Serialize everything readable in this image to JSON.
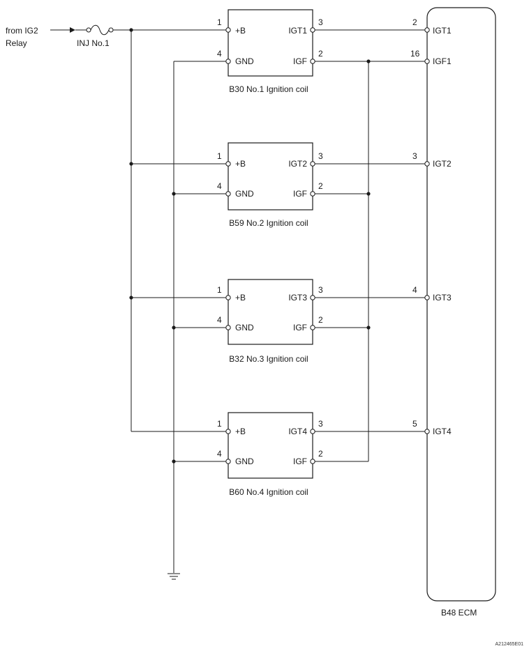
{
  "source": {
    "line1": "from IG2",
    "line2": "Relay"
  },
  "fuse": {
    "label": "INJ No.1"
  },
  "coils": [
    {
      "caption": "B30 No.1 Ignition coil",
      "igt_label": "IGT1",
      "b_label": "+B",
      "gnd_label": "GND",
      "igf_label": "IGF",
      "pin_b": "1",
      "pin_gnd": "4",
      "pin_igt": "3",
      "pin_igf": "2",
      "ecm_igt_pin": "2"
    },
    {
      "caption": "B59 No.2 Ignition coil",
      "igt_label": "IGT2",
      "b_label": "+B",
      "gnd_label": "GND",
      "igf_label": "IGF",
      "pin_b": "1",
      "pin_gnd": "4",
      "pin_igt": "3",
      "pin_igf": "2",
      "ecm_igt_pin": "3"
    },
    {
      "caption": "B32 No.3 Ignition coil",
      "igt_label": "IGT3",
      "b_label": "+B",
      "gnd_label": "GND",
      "igf_label": "IGF",
      "pin_b": "1",
      "pin_gnd": "4",
      "pin_igt": "3",
      "pin_igf": "2",
      "ecm_igt_pin": "4"
    },
    {
      "caption": "B60 No.4 Ignition coil",
      "igt_label": "IGT4",
      "b_label": "+B",
      "gnd_label": "GND",
      "igf_label": "IGF",
      "pin_b": "1",
      "pin_gnd": "4",
      "pin_igt": "3",
      "pin_igf": "2",
      "ecm_igt_pin": "5"
    }
  ],
  "ecm": {
    "caption": "B48 ECM",
    "terminals": [
      {
        "pin": "2",
        "label": "IGT1"
      },
      {
        "pin": "16",
        "label": "IGF1"
      },
      {
        "pin": "3",
        "label": "IGT2"
      },
      {
        "pin": "4",
        "label": "IGT3"
      },
      {
        "pin": "5",
        "label": "IGT4"
      }
    ]
  },
  "figure_id": "A212465E01"
}
